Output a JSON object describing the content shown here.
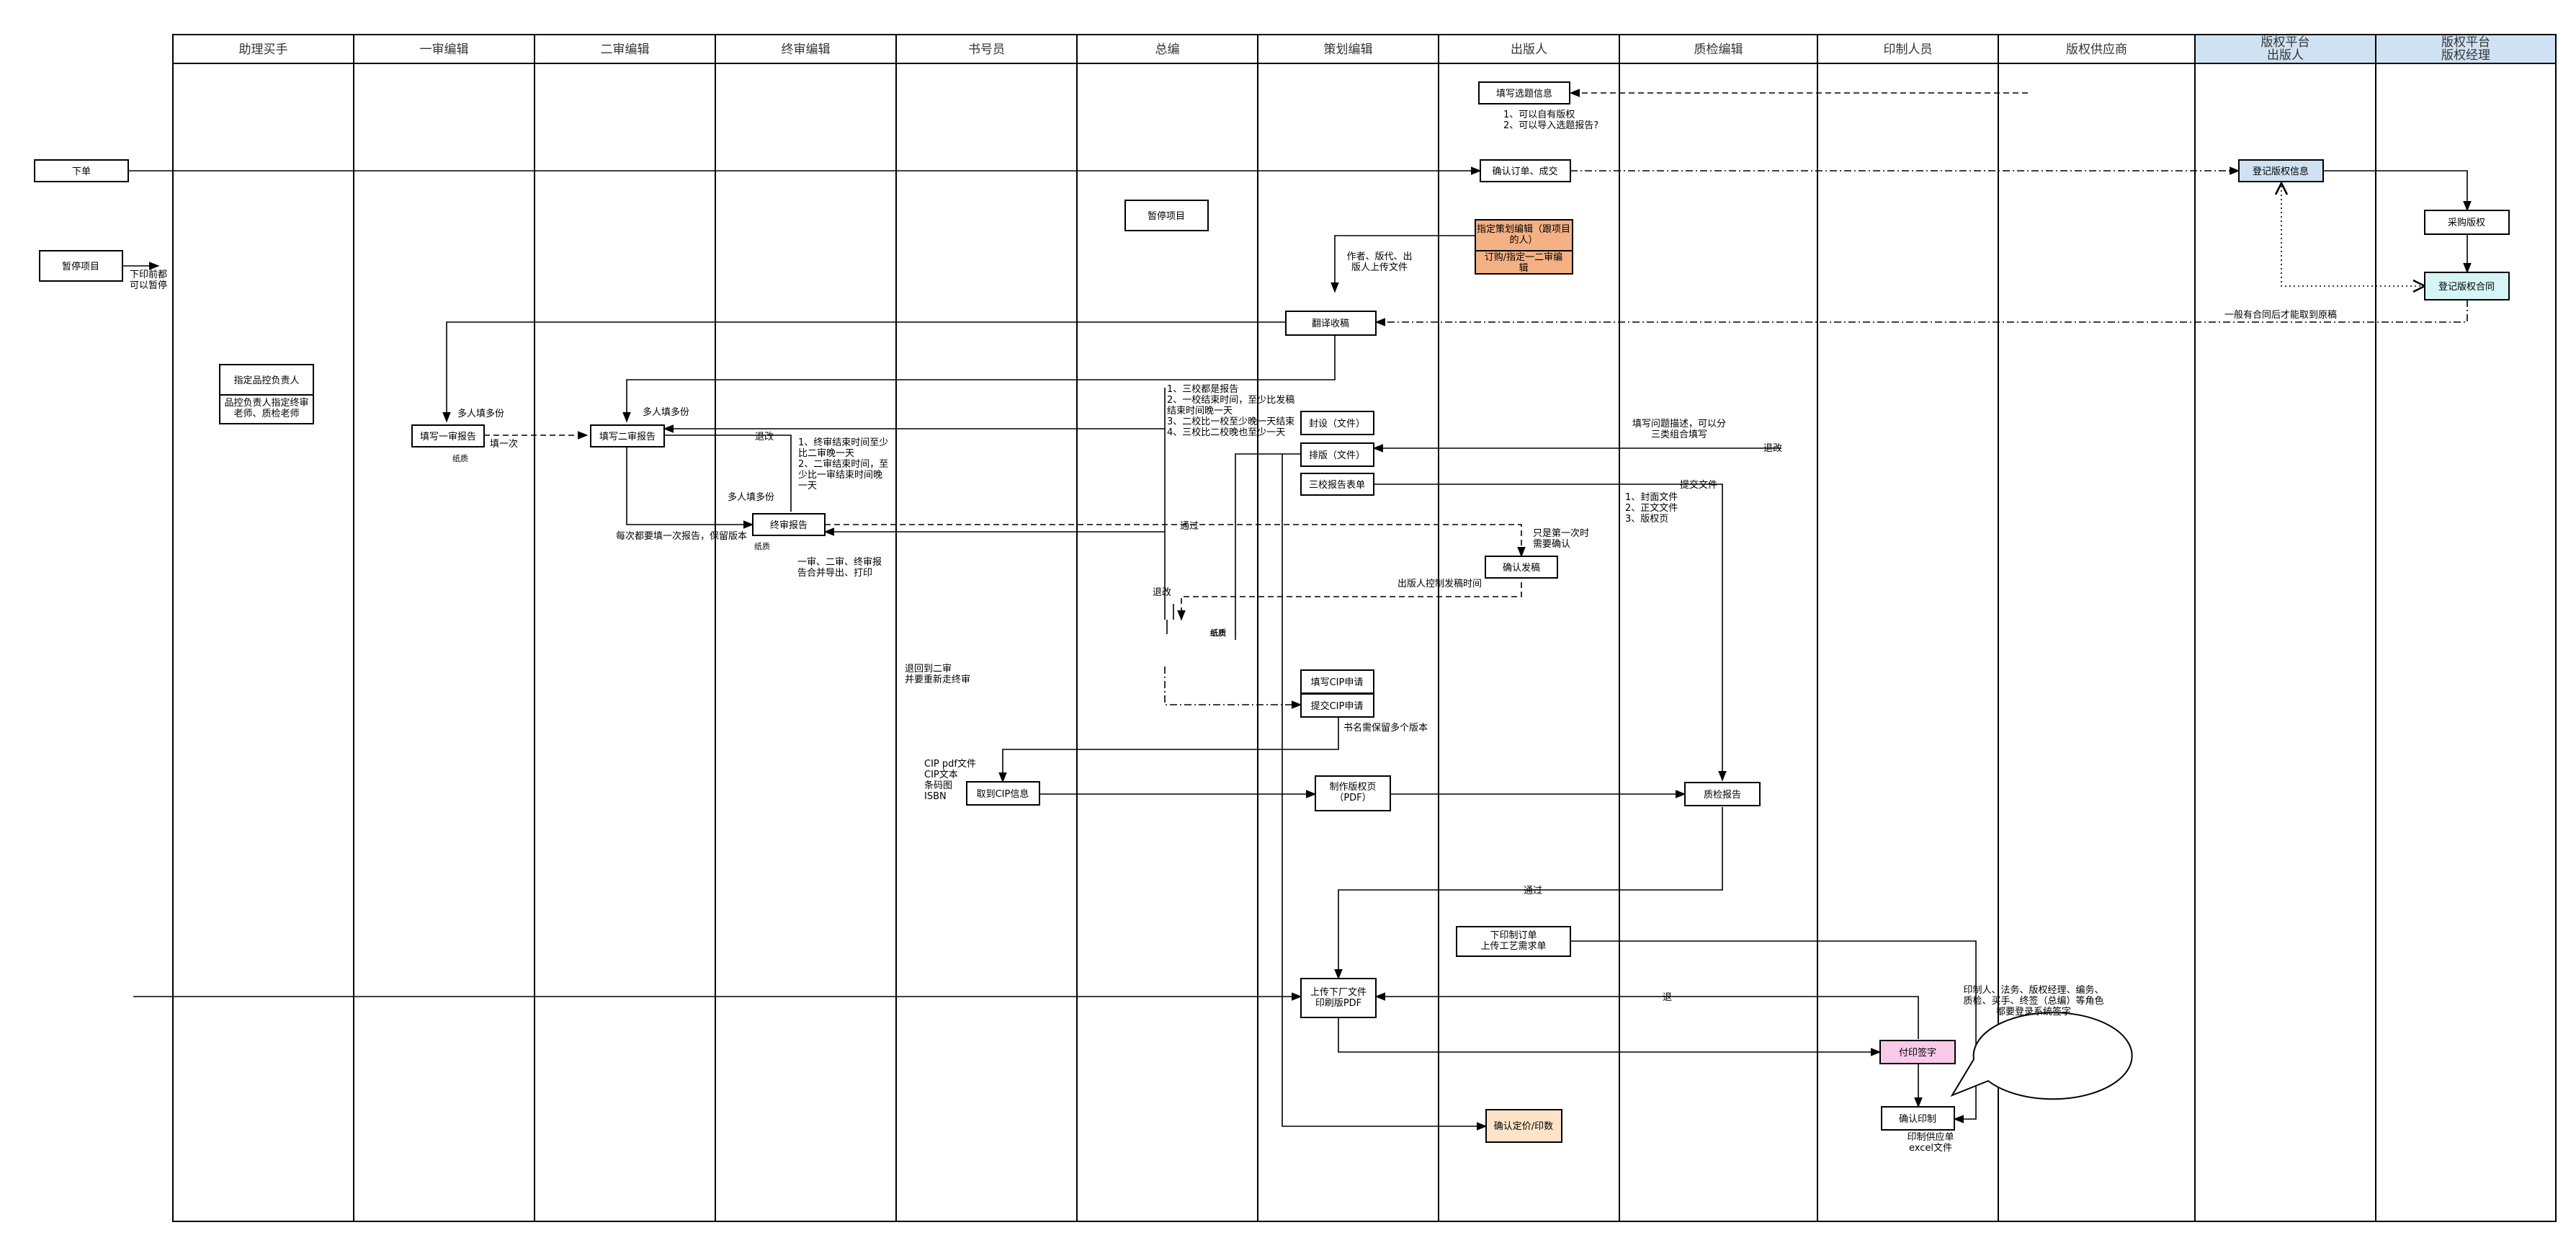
{
  "lanes": [
    "助理买手",
    "一审编辑",
    "二审编辑",
    "终审编辑",
    "书号员",
    "总编",
    "策划编辑",
    "出版人",
    "质检编辑",
    "印制人员",
    "版权供应商",
    "版权平台\n出版人",
    "版权平台\n版权经理"
  ],
  "nodes": {
    "order": "下单",
    "pause_left": "暂停项目",
    "pause_mid": "暂停项目",
    "fill_topic": "填写选题信息",
    "confirm_order": "确认订单、成交",
    "reg_copyright": "登记版权信息",
    "buy_copyright": "采购版权",
    "reg_contract": "登记版权合同",
    "assign_editor": "指定策划编辑（跟项目的人）",
    "assign_12": "订购/指定一二审编辑",
    "translate": "翻译收稿",
    "qc_person": "指定品控负责人",
    "qc_person_note": "品控负责人指定终审老师、质检老师",
    "review1": "填写一审报告",
    "review2": "填写二审报告",
    "review_final": "终审报告",
    "cover": "封设（文件）",
    "layout": "排版（文件）",
    "three_proof": "三校报告表单",
    "confirm_print": "确认发稿",
    "cip_fill": "填写CIP申请",
    "cip_submit": "提交CIP申请",
    "get_cip": "取到CIP信息",
    "make_page": "制作版权页\n（PDF）",
    "qc_report": "质检报告",
    "print_order": "下印制订单\n上传工艺需求单",
    "upload_factory": "上传下厂文件\n印刷版PDF",
    "sign_print": "付印签字",
    "confirm_price": "确认定价/印数",
    "confirm_printing": "确认印制"
  },
  "notes": {
    "topic_note": "1、可以自有版权\n2、可以导入选题报告?",
    "pause_note": "下印前都\n可以暂停",
    "author_note": "作者、版代、出\n版人上传文件",
    "contract_note": "一般有合同后才能取到原稿",
    "multi1": "多人填多份",
    "once": "填一次",
    "paper1": "纸质",
    "multi2": "多人填多份",
    "change1": "退改",
    "time_note": "1、终审结束时间至少\n比二审晚一天\n2、二审结束时间，至\n少比一审结束时间晚\n一天",
    "multi_final": "多人填多份",
    "each_review": "每次都要填一次报告，保留版本",
    "paper2": "纸质",
    "merge_note": "一审、二审、终审报\n告合并导出、打印",
    "proof_note": "1、三校都是报告\n2、一校结束时间，至少比发稿\n结束时间晚一天\n3、二校比一校至少晚一天结束\n4、三校比二校晚也至少一天",
    "qc_fill_note": "填写问题描述，可以分\n三类组合填写",
    "change2": "退改",
    "submit_files": "提交文件",
    "files_list": "1、封面文件\n2、正文文件\n3、版权页",
    "pass1": "通过",
    "once_note": "只是第一次时\n需要确认",
    "publisher_ctrl": "出版人控制发稿时间",
    "change3": "退改",
    "paper3": "纸质",
    "back_note": "退回到二审\n并要重新走终审",
    "name_note": "书名需保留多个版本",
    "cip_files": "CIP pdf文件\nCIP文本\n条码图\nISBN",
    "pass2": "通过",
    "back2": "退",
    "callout": "印制人、法务、版权经理、编务、\n质检、买手、终签（总编）等角色\n都要登录系统签字",
    "excel_note": "印制供应单\nexcel文件"
  }
}
